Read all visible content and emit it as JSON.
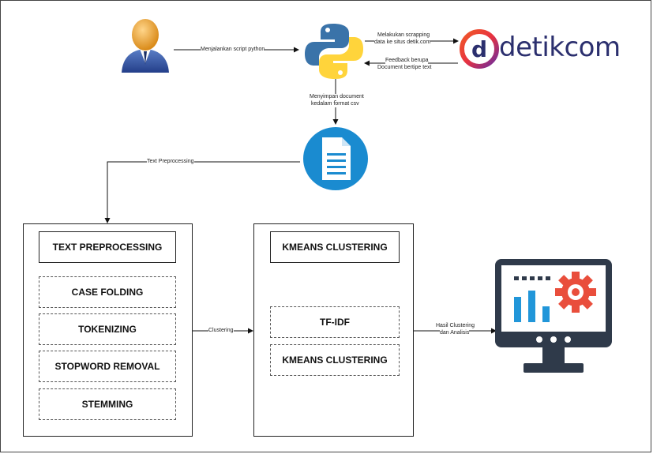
{
  "flow": {
    "run_script": "Menjalankan script python",
    "scrape_line1": "Melakukan scrapping",
    "scrape_line2": "data ke situs detik.com",
    "feedback_line1": "Feedback berupa",
    "feedback_line2": "Document bertipe text",
    "save_line1": "Menyimpan document",
    "save_line2": "kedalam format csv",
    "text_preprocessing": "Text Preprocessing",
    "clustering": "Clustering",
    "result_line1": "Hasil Clustering",
    "result_line2": "dan Analisis"
  },
  "logo": {
    "text": "detikcom",
    "mark": "d"
  },
  "preprocessing": {
    "title": "TEXT PREPROCESSING",
    "steps": [
      "CASE FOLDING",
      "TOKENIZING",
      "STOPWORD REMOVAL",
      "STEMMING"
    ]
  },
  "clustering": {
    "title": "KMEANS CLUSTERING",
    "steps": [
      "TF-IDF",
      "KMEANS CLUSTERING"
    ]
  },
  "icons": {
    "user": "user-icon",
    "python": "python-logo-icon",
    "document": "document-icon",
    "monitor": "analytics-monitor-icon"
  },
  "colors": {
    "python_blue": "#3a73a9",
    "python_yellow": "#ffd43b",
    "doc_blue": "#1a8bd0",
    "monitor_dark": "#2f3a4a",
    "chart_blue": "#2196d9",
    "gear_red": "#e94e3c",
    "logo_gradient_start": "#e8323f",
    "logo_gradient_end": "#6a2ca0"
  }
}
